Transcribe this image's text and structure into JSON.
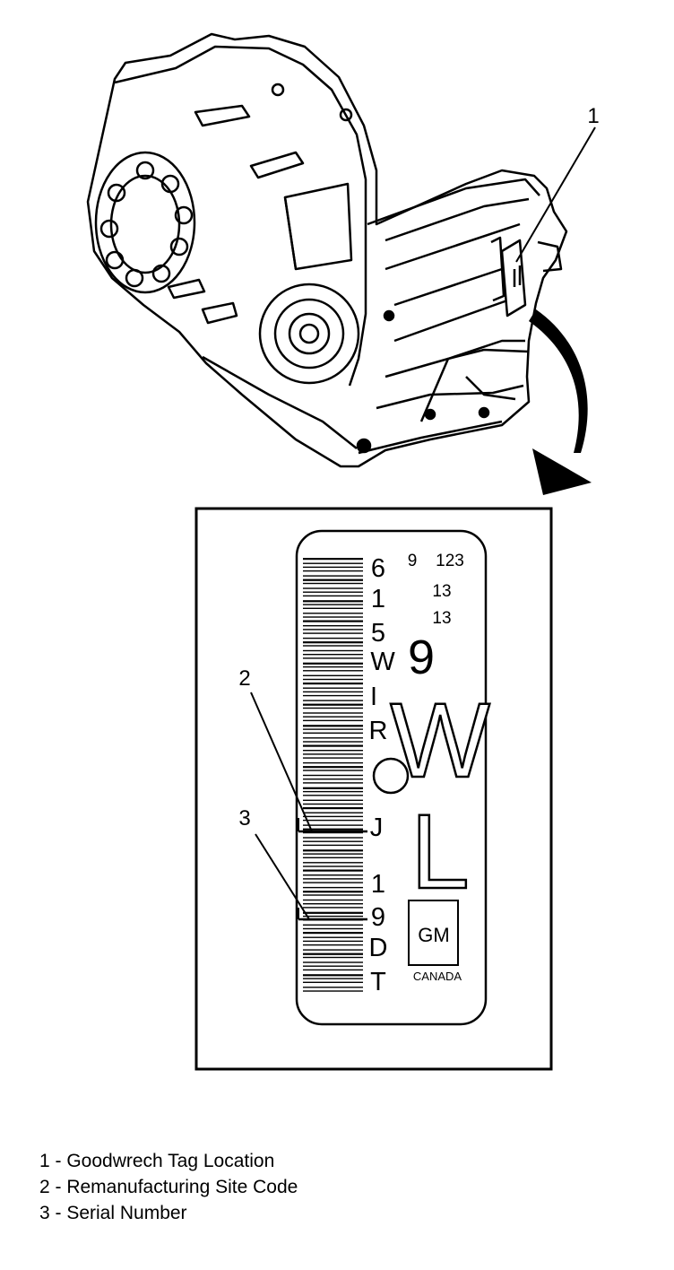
{
  "callouts": {
    "c1": "1",
    "c2": "2",
    "c3": "3"
  },
  "tag": {
    "vertical_chars": [
      "6",
      "1",
      "5",
      "W",
      "I",
      "R",
      "",
      "J",
      "1",
      "9",
      "D",
      "T"
    ],
    "row1_a": "9",
    "row1_b": "123",
    "row2": "13",
    "row3": "13",
    "big_digit": "9",
    "letter_w": "W",
    "letter_l": "L",
    "logo_text": "GM",
    "country": "CANADA"
  },
  "legend": [
    "1 - Goodwrech Tag Location",
    "2 - Remanufacturing Site Code",
    "3 - Serial Number"
  ],
  "colors": {
    "ink": "#000000",
    "paper": "#ffffff"
  }
}
